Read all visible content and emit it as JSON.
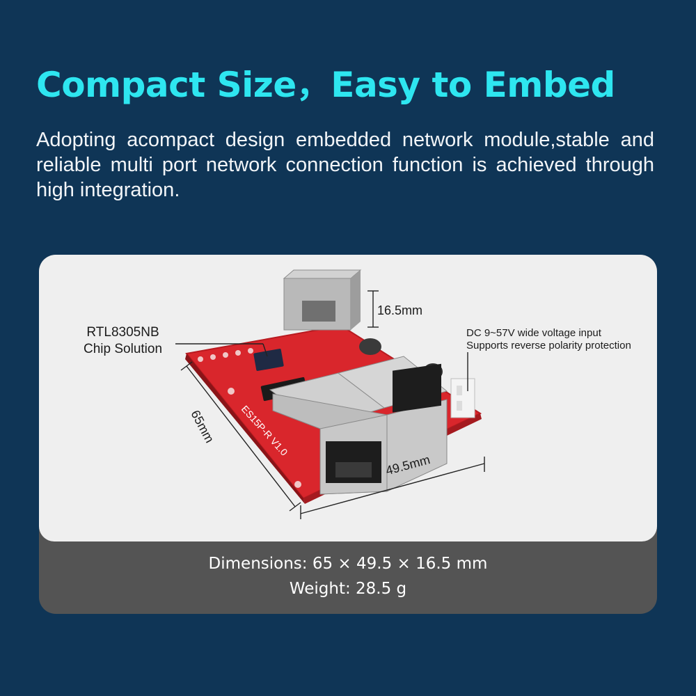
{
  "headline": "Compact Size，Easy to Embed",
  "intro": "Adopting acompact design embedded network module,stable and reliable multi port network connection function is achieved through high integration.",
  "product": {
    "silkscreen": "ES15P-R V1.0",
    "chip_callout": [
      "RTL8305NB",
      "Chip Solution"
    ],
    "power_callout": [
      "DC 9~57V wide voltage input",
      "Supports reverse polarity protection"
    ],
    "dimension_height": "16.5mm",
    "dimension_width": "49.5mm",
    "dimension_length": "65mm"
  },
  "specs": {
    "dimensions": "Dimensions: 65 × 49.5 × 16.5 mm",
    "weight": "Weight: 28.5 g"
  },
  "colors": {
    "background": "#0f3556",
    "headline": "#2ee6f0",
    "card_light": "#efefef",
    "card_dark": "#545454",
    "pcb": "#d9262c"
  }
}
